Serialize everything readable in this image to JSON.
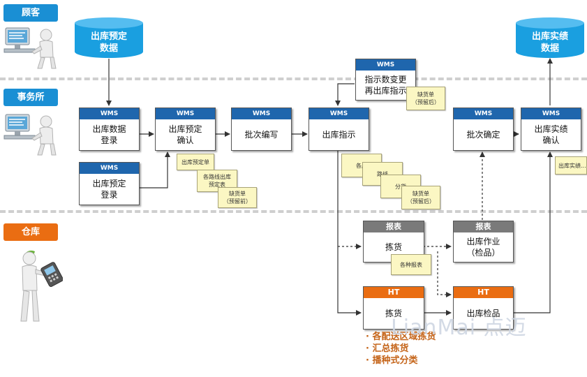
{
  "lanes": {
    "customer": "顾客",
    "office": "事务所",
    "warehouse": "仓库"
  },
  "colors": {
    "lane_blue": "#1a8fd4",
    "lane_orange": "#ea6d12",
    "wms_header": "#1f66ad",
    "report_header": "#7a7a7a",
    "ht_header": "#ea6d12",
    "database": "#1a9fe0",
    "note": "#fbf7c3"
  },
  "databases": {
    "schedule_data": "出库预定\n数据",
    "result_data": "出库实绩\n数据"
  },
  "boxes": {
    "entry": {
      "tag": "WMS",
      "text": "出库数据\n登录"
    },
    "plan_confirm": {
      "tag": "WMS",
      "text": "出库预定\n确认"
    },
    "batch_no": {
      "tag": "WMS",
      "text": "批次编写"
    },
    "instruction": {
      "tag": "WMS",
      "text": "出库指示"
    },
    "plan_entry": {
      "tag": "WMS",
      "text": "出库预定\n登录"
    },
    "change_reinstruct": {
      "tag": "WMS",
      "text": "指示数变更\n再出库指示"
    },
    "batch_confirm": {
      "tag": "WMS",
      "text": "批次确定"
    },
    "result_confirm": {
      "tag": "WMS",
      "text": "出库实绩\n确认"
    },
    "pick_report": {
      "tag": "报表",
      "text": "拣货"
    },
    "work_report": {
      "tag": "报表",
      "text": "出库作业\n（检品）"
    },
    "pick_ht": {
      "tag": "HT",
      "text": "拣货"
    },
    "inspect_ht": {
      "tag": "HT",
      "text": "出库检品"
    }
  },
  "notes": {
    "plan_sheet": "出库预定单",
    "route_plan": "各路线出库\n预定表",
    "pick_before": "缺货单\n（预留前）",
    "change_shortage": "缺货单\n（预留后）",
    "per_store": "各店",
    "per_route": "路线",
    "per_sort": "分货",
    "shortage_after": "缺货单\n（预留后）",
    "various_reports": "各种报表",
    "result_sheet": "出库实绩..."
  },
  "ht_features": [
    "· 各配送区域拣货",
    "· 汇总拣货",
    "· 播种式分类"
  ],
  "watermark": "LianMai 点迈"
}
